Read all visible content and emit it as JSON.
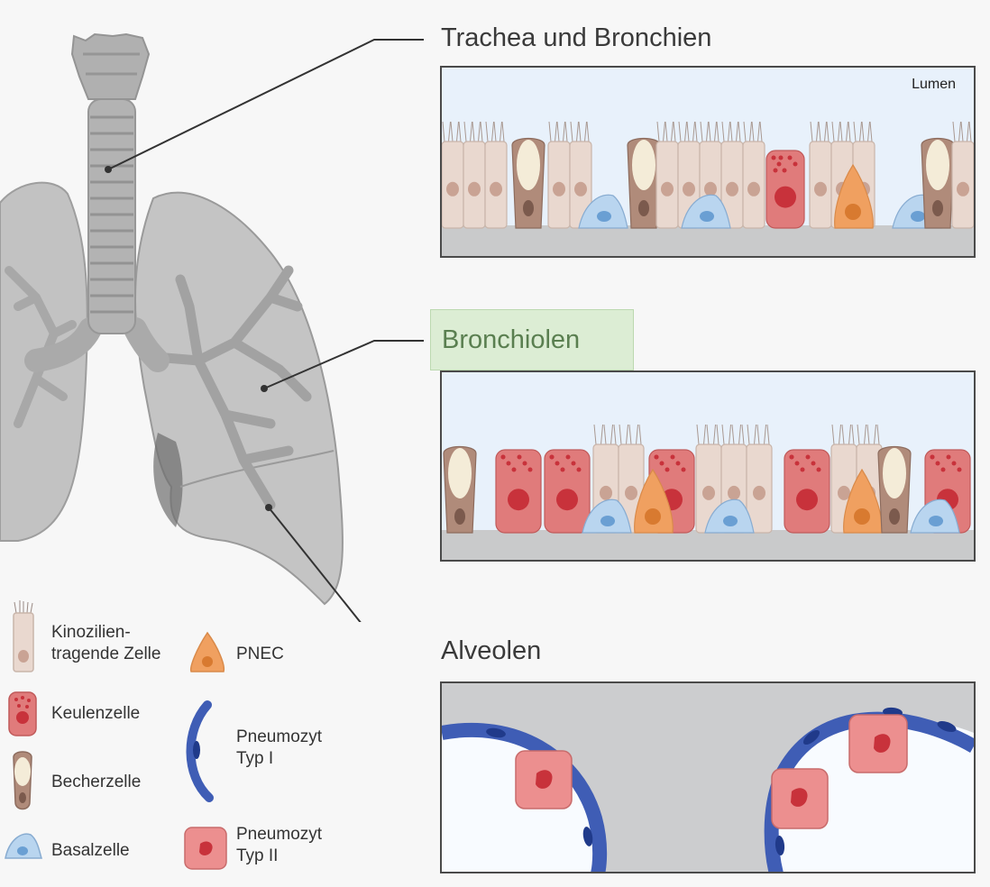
{
  "headings": {
    "trachea": "Trachea und Bronchien",
    "bronchioles": "Bronchiolen",
    "alveoli": "Alveolen"
  },
  "panel1": {
    "lumen_label": "Lumen"
  },
  "legend": {
    "ciliated": {
      "line1": "Kinozilien-",
      "line2": "tragende Zelle"
    },
    "club": "Keulenzelle",
    "goblet": "Becherzelle",
    "basal": "Basalzelle",
    "pnec": "PNEC",
    "type1": {
      "line1": "Pneumozyt",
      "line2": "Typ I"
    },
    "type2": {
      "line1": "Pneumozyt",
      "line2": "Typ II"
    }
  },
  "colors": {
    "ciliated": "#e9d8cf",
    "club": "#e07b7b",
    "goblet": "#b08b7a",
    "basal": "#b9d5ef",
    "pnec": "#f0a060",
    "type1": "#3f5db5",
    "type2": "#ec8f8f",
    "lung": "#b7b7b7",
    "highlight": "#dcedd4"
  }
}
